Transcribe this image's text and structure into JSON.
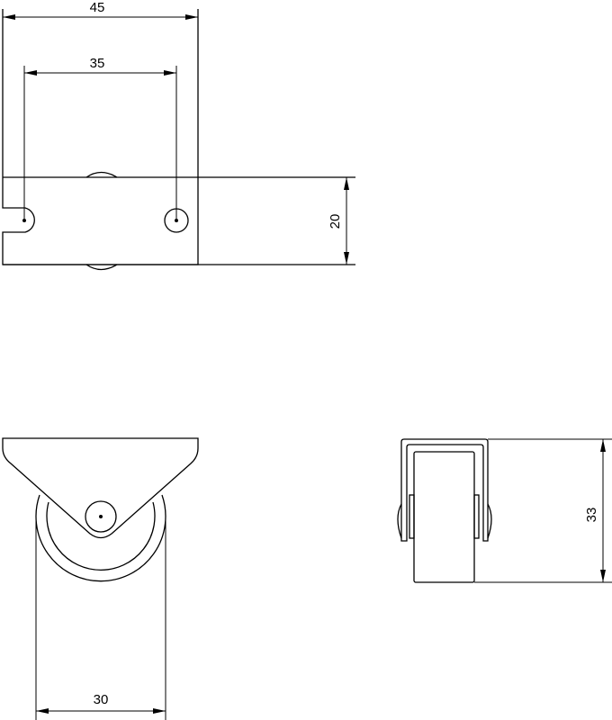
{
  "drawing": {
    "line_color": "#000000",
    "background": "#ffffff",
    "views": {
      "top_view": {
        "dimensions": {
          "overall_width": "45",
          "hole_spacing": "35",
          "plate_depth": "20"
        }
      },
      "front_view": {
        "dimensions": {
          "wheel_diameter": "30"
        }
      },
      "side_view": {
        "dimensions": {
          "overall_height": "33"
        }
      }
    }
  }
}
